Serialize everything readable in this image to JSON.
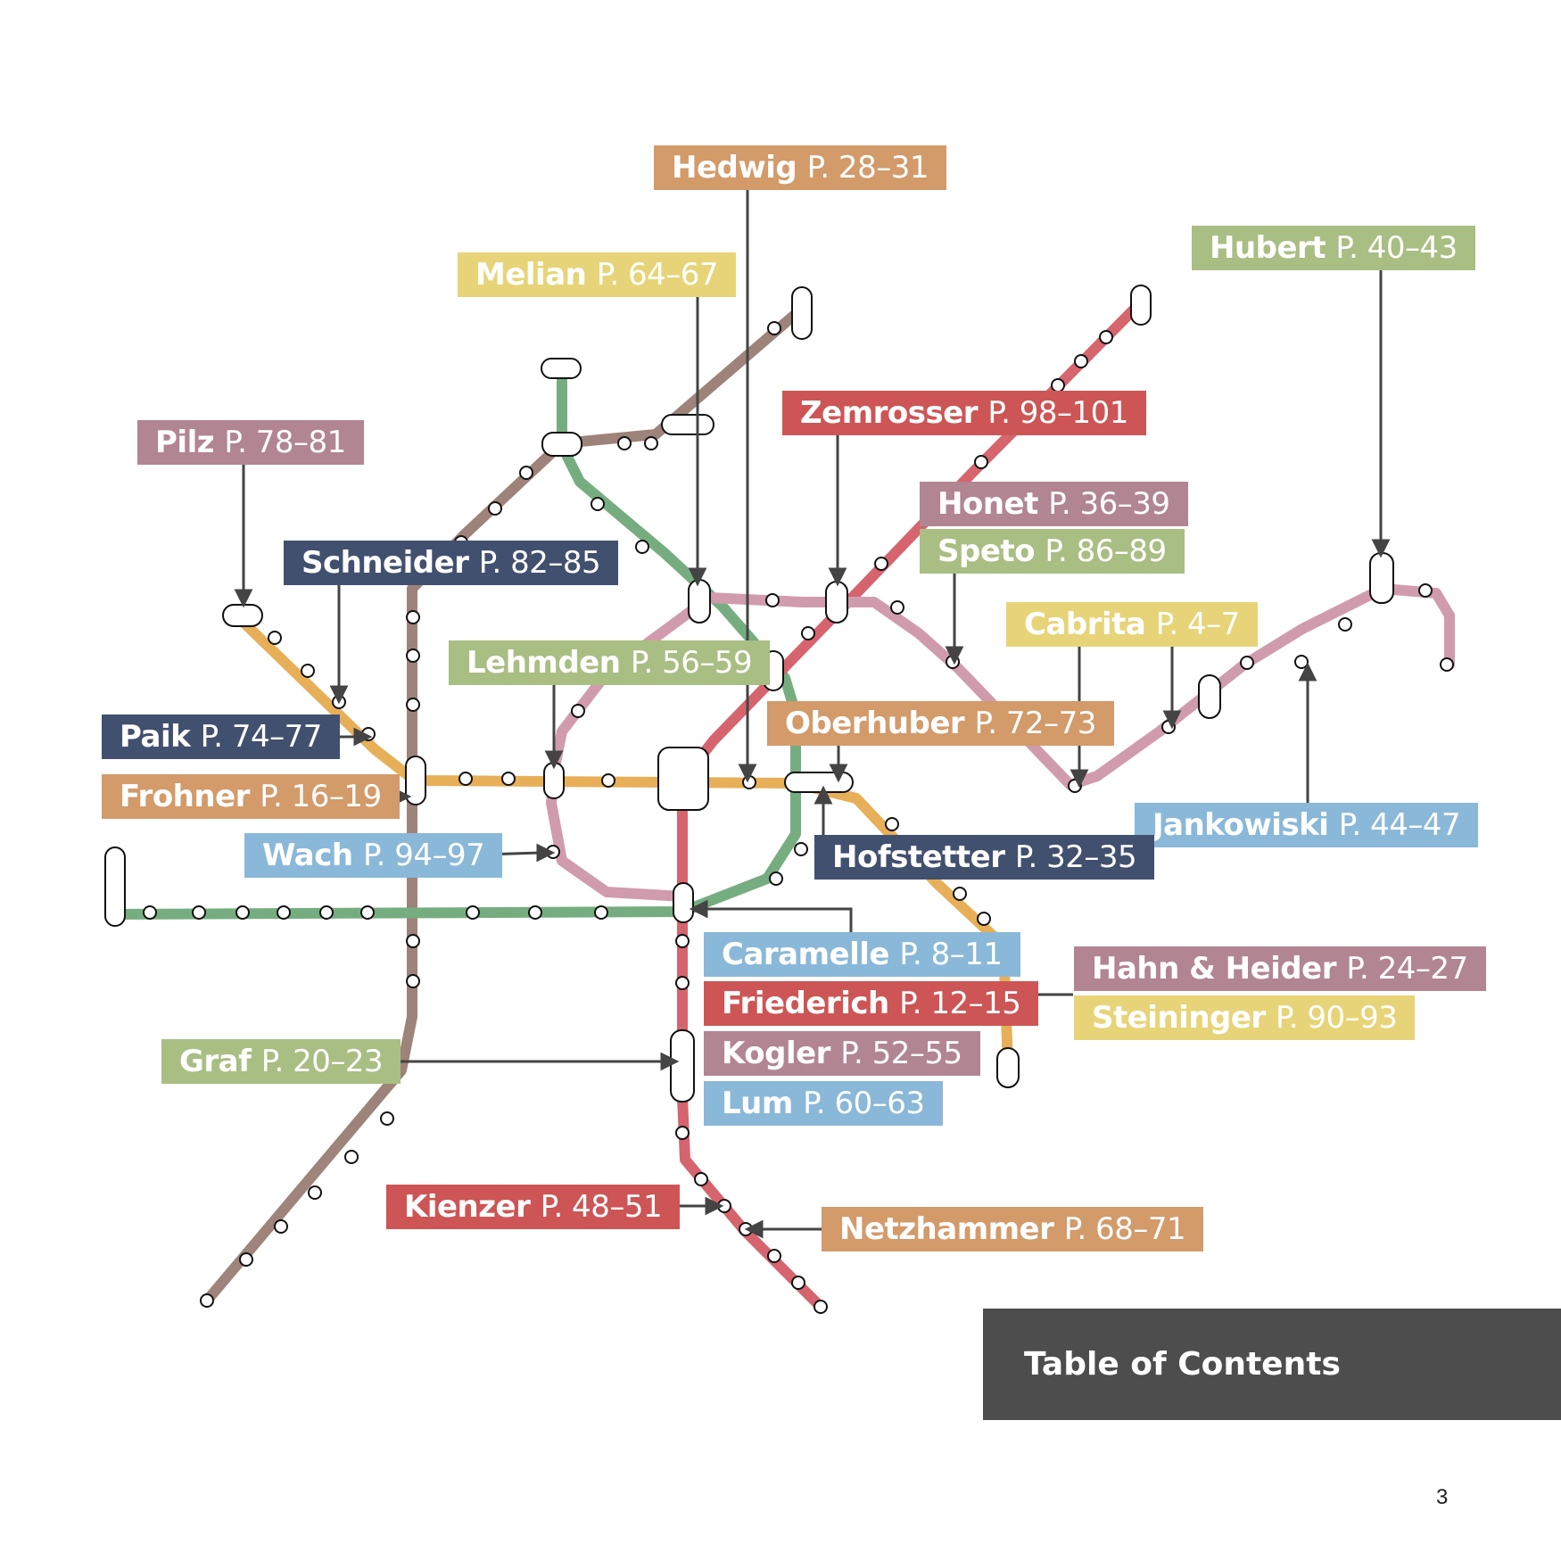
{
  "labels": [
    {
      "name": "Hedwig",
      "pages": "P. 28–31",
      "color": "orange"
    },
    {
      "name": "Melian",
      "pages": "P. 64–67",
      "color": "yellow"
    },
    {
      "name": "Hubert",
      "pages": "P. 40–43",
      "color": "green"
    },
    {
      "name": "Zemrosser",
      "pages": "P. 98–101",
      "color": "red"
    },
    {
      "name": "Pilz",
      "pages": "P. 78–81",
      "color": "mauve"
    },
    {
      "name": "Honet",
      "pages": "P. 36–39",
      "color": "mauve"
    },
    {
      "name": "Speto",
      "pages": "P. 86–89",
      "color": "green"
    },
    {
      "name": "Schneider",
      "pages": "P. 82–85",
      "color": "navy"
    },
    {
      "name": "Cabrita",
      "pages": "P. 4–7",
      "color": "yellow"
    },
    {
      "name": "Lehmden",
      "pages": "P. 56–59",
      "color": "green"
    },
    {
      "name": "Oberhuber",
      "pages": "P. 72–73",
      "color": "orange"
    },
    {
      "name": "Paik",
      "pages": "P. 74–77",
      "color": "navy"
    },
    {
      "name": "Frohner",
      "pages": "P. 16–19",
      "color": "orange"
    },
    {
      "name": "Jankowiski",
      "pages": "P. 44–47",
      "color": "blue"
    },
    {
      "name": "Wach",
      "pages": "P. 94–97",
      "color": "blue"
    },
    {
      "name": "Hofstetter",
      "pages": "P. 32–35",
      "color": "navy"
    },
    {
      "name": "Caramelle",
      "pages": "P. 8–11",
      "color": "blue"
    },
    {
      "name": "Friederich",
      "pages": "P. 12–15",
      "color": "red"
    },
    {
      "name": "Hahn & Heider",
      "pages": "P. 24–27",
      "color": "mauve"
    },
    {
      "name": "Steininger",
      "pages": "P. 90–93",
      "color": "yellow"
    },
    {
      "name": "Kogler",
      "pages": "P. 52–55",
      "color": "mauve"
    },
    {
      "name": "Graf",
      "pages": "P. 20–23",
      "color": "green"
    },
    {
      "name": "Lum",
      "pages": "P. 60–63",
      "color": "blue"
    },
    {
      "name": "Kienzer",
      "pages": "P. 48–51",
      "color": "red"
    },
    {
      "name": "Netzhammer",
      "pages": "P. 68–71",
      "color": "orange"
    }
  ],
  "toc_title": "Table of Contents",
  "page_number": "3",
  "line_colors": {
    "brown": "#8d6e63",
    "green": "#5f9f6a",
    "orange": "#e3a23c",
    "red": "#cf4a55",
    "pink": "#c98aa0"
  },
  "label_colors": {
    "orange": "#d39a6a",
    "yellow": "#e7d478",
    "red": "#cd5555",
    "mauve": "#b28593",
    "green": "#a9be83",
    "navy": "#42506f",
    "blue": "#8ab8d9"
  }
}
